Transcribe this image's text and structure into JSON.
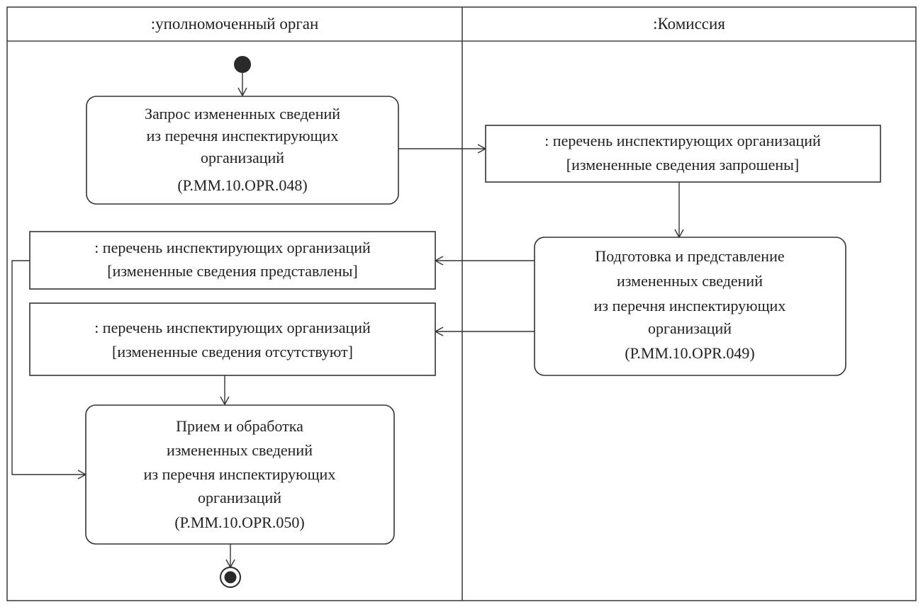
{
  "lanes": [
    {
      "title": ":уполномоченный орган"
    },
    {
      "title": ":Комиссия"
    }
  ],
  "nodes": {
    "action_048": {
      "kind": "action",
      "lines": [
        "Запрос измененных сведений",
        "из перечня инспектирующих",
        "организаций",
        "(P.MM.10.OPR.048)"
      ]
    },
    "object_requested": {
      "kind": "object",
      "lines": [
        ": перечень инспектирующих организаций",
        "[измененные сведения запрошены]"
      ]
    },
    "action_049": {
      "kind": "action",
      "lines": [
        "Подготовка и представление",
        "измененных сведений",
        "из перечня инспектирующих",
        "организаций",
        "(P.MM.10.OPR.049)"
      ]
    },
    "object_presented": {
      "kind": "object",
      "lines": [
        ": перечень инспектирующих организаций",
        "[измененные сведения представлены]"
      ]
    },
    "object_absent": {
      "kind": "object",
      "lines": [
        ": перечень инспектирующих организаций",
        "[измененные сведения отсутствуют]"
      ]
    },
    "action_050": {
      "kind": "action",
      "lines": [
        "Прием и обработка",
        "измененных сведений",
        "из перечня инспектирующих",
        "организаций",
        "(P.MM.10.OPR.050)"
      ]
    }
  },
  "edges": [
    {
      "from": "initial",
      "to": "action_048"
    },
    {
      "from": "action_048",
      "to": "object_requested"
    },
    {
      "from": "object_requested",
      "to": "action_049"
    },
    {
      "from": "action_049",
      "to": "object_presented"
    },
    {
      "from": "action_049",
      "to": "object_absent"
    },
    {
      "from": "object_presented",
      "to": "action_050"
    },
    {
      "from": "object_absent",
      "to": "action_050"
    },
    {
      "from": "action_050",
      "to": "final"
    }
  ]
}
